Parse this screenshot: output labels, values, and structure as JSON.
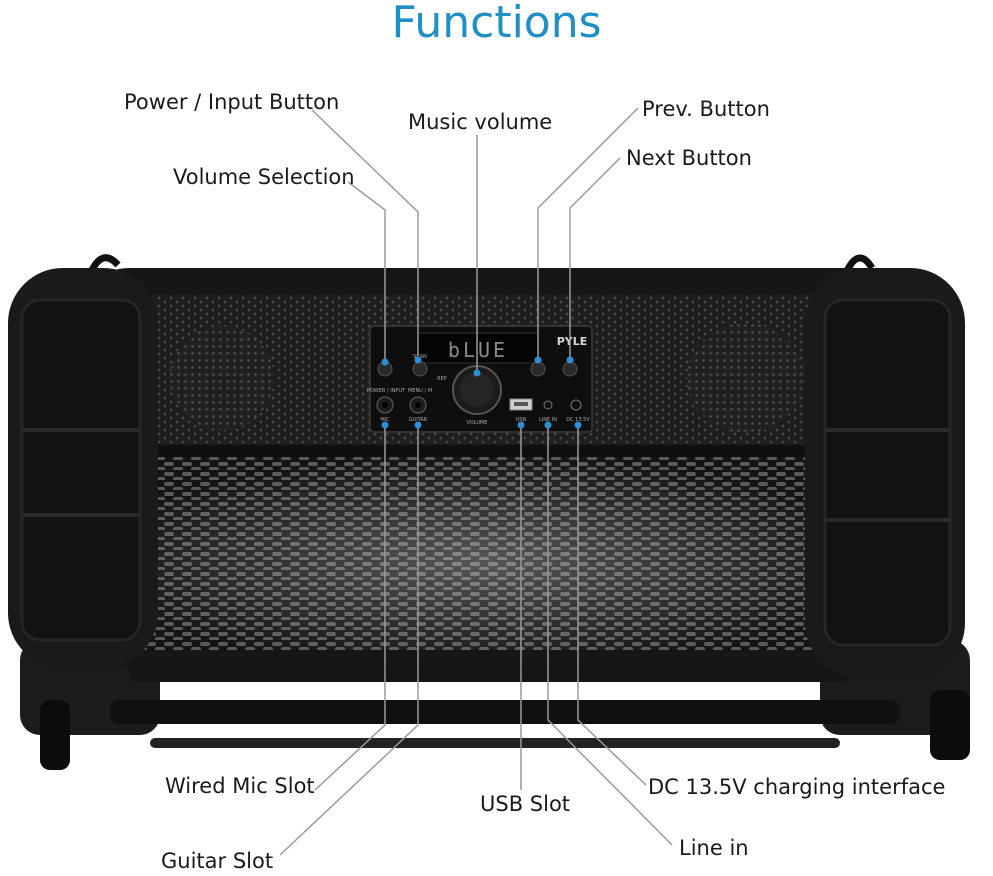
{
  "title": "Functions",
  "colors": {
    "title": "#1f8fc6",
    "callout_line": "#9a9a9a",
    "callout_dot": "#2b8fd6",
    "speaker_body": "#161616"
  },
  "device": {
    "brand": "PYLE",
    "display_text": "bLUE",
    "panel_labels": {
      "power": "POWER / INPUT",
      "scan": "SCAN",
      "menu": "MENU / M",
      "rep": "REP",
      "volume": "VOLUME",
      "mic": "MIC",
      "guitar": "GUITAR",
      "usb": "USB",
      "line_in": "LINE IN",
      "dc": "DC 13.5V"
    }
  },
  "callouts": {
    "power_input_button": "Power / Input Button",
    "music_volume": "Music volume",
    "prev_button": "Prev. Button",
    "next_button": "Next Button",
    "volume_selection": "Volume Selection",
    "wired_mic_slot": "Wired Mic Slot",
    "usb_slot": "USB Slot",
    "dc_charging": "DC 13.5V charging interface",
    "guitar_slot": "Guitar Slot",
    "line_in": "Line in"
  }
}
